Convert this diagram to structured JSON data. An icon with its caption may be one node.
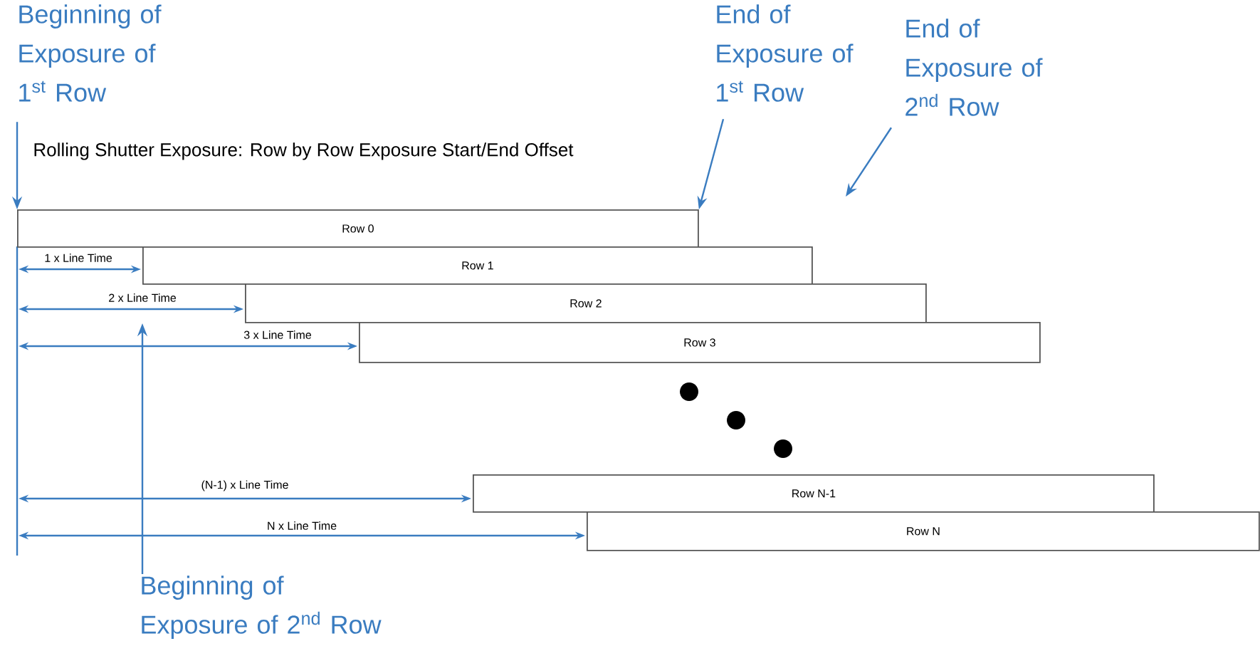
{
  "diagram": {
    "nodes": [
      {
        "text": [
          "Row 0"
        ]
      },
      {
        "text": [
          "Row 1"
        ]
      },
      {
        "text": [
          "Row 2"
        ]
      },
      {
        "text": [
          "Row 3"
        ]
      },
      {
        "text": [
          "Row N-1"
        ]
      },
      {
        "text": [
          "Row N"
        ]
      },
      {
        "text": [
          "Beginning of Exposure of 1$^{st}$ Row"
        ]
      },
      {
        "text": [
          "End of Exposure of 1$^{st}$ Row"
        ]
      },
      {
        "text": [
          "End of Exposure of 2$^{nd}$ Row"
        ]
      },
      {
        "text": [
          "Beginning of Exposure of 2$^{nd}$ Row"
        ]
      }
    ],
    "edges": [
      {
        "from": 6,
        "to": 0,
        "arrow": "to"
      },
      {
        "from": 7,
        "to": 0,
        "arrow": "to"
      },
      {
        "from": 8,
        "to": null,
        "arrow": "to"
      },
      {
        "from": 9,
        "to": null,
        "arrow": "to"
      }
    ],
    "labels": [
      "Rolling Shutter Exposure: Row by Row Exposure Start/End Offset",
      "1 x Line Time",
      "2 x Line Time",
      "3 x Line Time",
      "(N-1) x Line Time",
      "N x Line Time"
    ]
  }
}
